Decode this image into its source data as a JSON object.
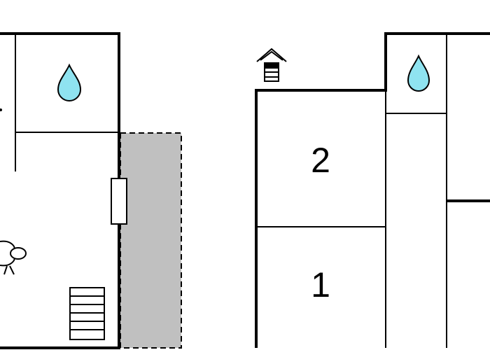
{
  "floor_plan": {
    "colors": {
      "wall": "#000000",
      "background": "#ffffff",
      "water_drop": "#8fe3f0",
      "terrace": "#c0c0c0"
    },
    "rooms": [
      {
        "id": "bedroom-2",
        "label": "2"
      },
      {
        "id": "bedroom-1",
        "label": "1"
      }
    ],
    "icons": [
      "water-drop-icon",
      "water-drop-icon",
      "stairs-icon",
      "armchair-icon",
      "roof-stairs-icon",
      "door-icon"
    ]
  }
}
